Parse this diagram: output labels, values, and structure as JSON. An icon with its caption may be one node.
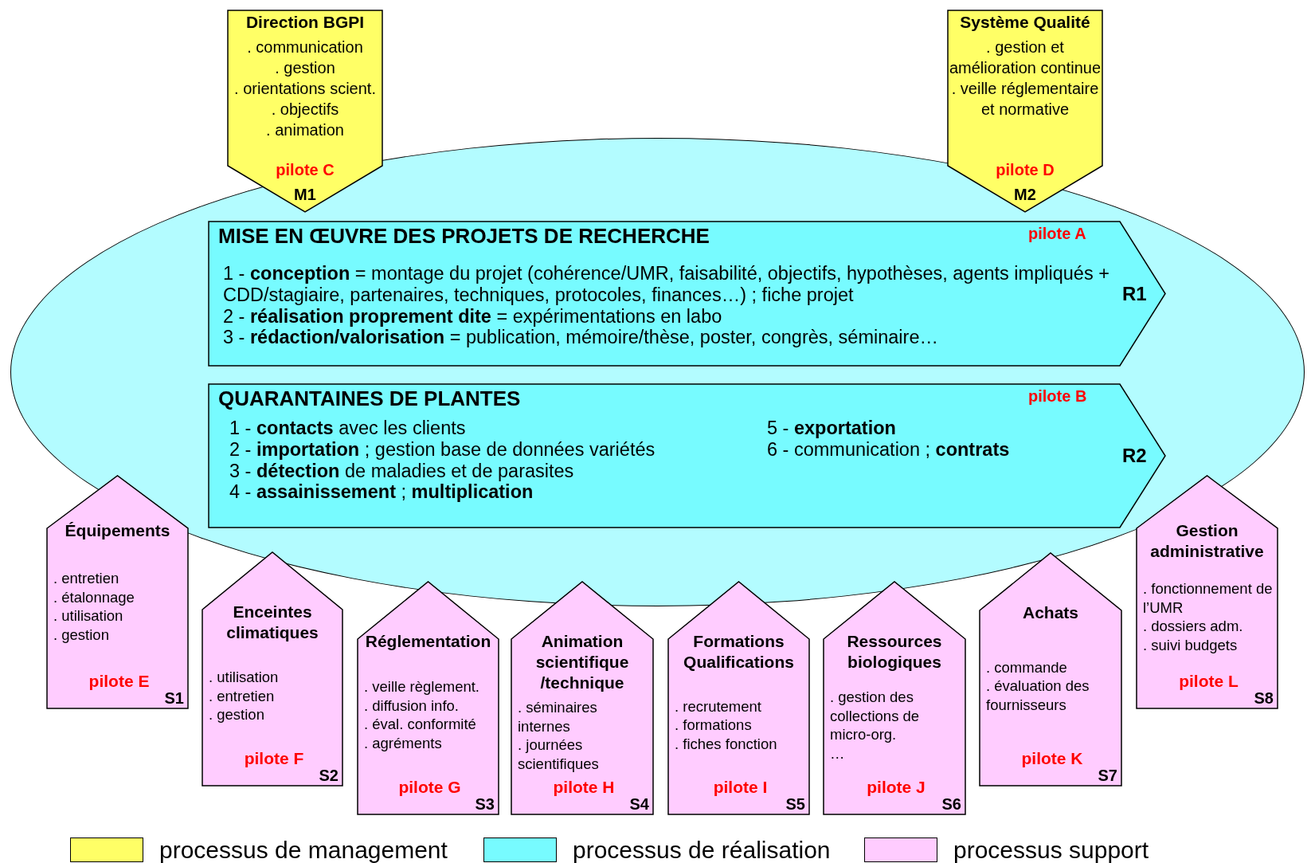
{
  "diagram": {
    "nodes": [
      {
        "text": [
          "Direction BGPI",
          ". communication",
          ". gestion",
          ". orientations scient.",
          ". objectifs",
          ". animation",
          "pilote C",
          "M1"
        ]
      },
      {
        "text": [
          "Système Qualité",
          ". gestion et amélioration continue",
          ". veille réglementaire et normative",
          "pilote D",
          "M2"
        ]
      },
      {
        "text": [],
        "shape": "ellipse"
      },
      {
        "text": [
          "MISE EN ŒUVRE DES PROJETS DE RECHERCHE",
          "pilote A",
          "1 - **conception** = montage du projet (cohérence/UMR, faisabilité, objectifs, hypothèses, agents impliqués + CDD/stagiaire, partenaires, techniques, protocoles, finances…) ; fiche projet",
          "2 - **réalisation proprement dite** = expérimentations en labo",
          "3 - **rédaction/valorisation** = publication, mémoire/thèse, poster, congrès, séminaire…",
          "R1"
        ],
        "in": 2
      },
      {
        "text": [
          "QUARANTAINES DE PLANTES",
          "pilote B",
          "1 - **contacts** avec les clients",
          "2 - **importation** ; gestion base de données variétés",
          "3 - **détection** de maladies et de parasites",
          "4 - **assainissement** ; **multiplication**",
          "5 - **exportation**",
          "6 - communication ; **contrats**",
          "R2"
        ],
        "in": 2
      },
      {
        "text": [
          "Équipements",
          ". entretien",
          ". étalonnage",
          ". utilisation",
          ". gestion",
          "pilote E",
          "S1"
        ]
      },
      {
        "text": [
          "Enceintes climatiques",
          ". utilisation",
          ". entretien",
          ". gestion",
          "pilote F",
          "S2"
        ]
      },
      {
        "text": [
          "Réglementation",
          ". veille règlement.",
          ". diffusion info.",
          ". éval. conformité",
          ". agréments",
          "pilote G",
          "S3"
        ]
      },
      {
        "text": [
          "Animation scientifique /technique",
          ". séminaires internes",
          ". journées scientifiques",
          "pilote H",
          "S4"
        ]
      },
      {
        "text": [
          "Formations Qualifications",
          ". recrutement",
          ". formations",
          ". fiches fonction",
          "pilote I",
          "S5"
        ]
      },
      {
        "text": [
          "Ressources biologiques",
          ". gestion des collections de micro-org.",
          "…",
          "pilote J",
          "S6"
        ]
      },
      {
        "text": [
          "Achats",
          ". commande",
          ". évaluation des fournisseurs",
          "pilote K",
          "S7"
        ]
      },
      {
        "text": [
          "Gestion administrative",
          ". fonctionnement de l’UMR",
          ". dossiers adm.",
          ". suivi budgets",
          "pilote L",
          "S8"
        ]
      }
    ],
    "edges": [],
    "legend": [
      {
        "text": "processus de management",
        "color": "#ffff66"
      },
      {
        "text": "processus de réalisation",
        "color": "#77fbff"
      },
      {
        "text": "processus support",
        "color": "#ffccff"
      }
    ]
  }
}
